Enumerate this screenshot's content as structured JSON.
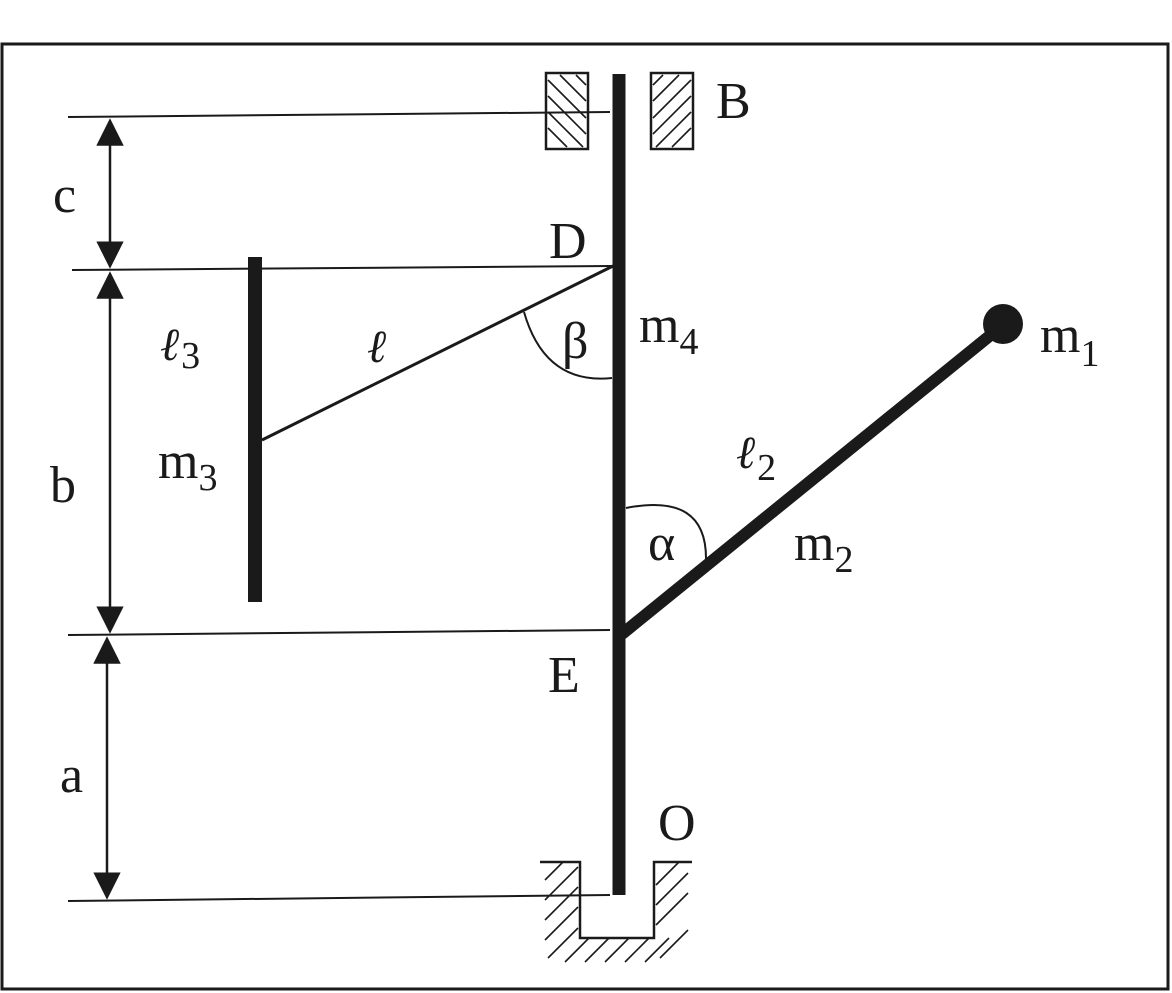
{
  "labels": {
    "B": "B",
    "D": "D",
    "E": "E",
    "O": "O",
    "c": "c",
    "b": "b",
    "a": "a",
    "ell3_base": "ℓ",
    "ell3_sub": "3",
    "m3_base": "m",
    "m3_sub": "3",
    "ell": "ℓ",
    "beta": "β",
    "m4_base": "m",
    "m4_sub": "4",
    "m1_base": "m",
    "m1_sub": "1",
    "ell2_base": "ℓ",
    "ell2_sub": "2",
    "alpha": "α",
    "m2_base": "m",
    "m2_sub": "2"
  },
  "colors": {
    "ink": "#1a1a1a",
    "background": "#ffffff"
  }
}
